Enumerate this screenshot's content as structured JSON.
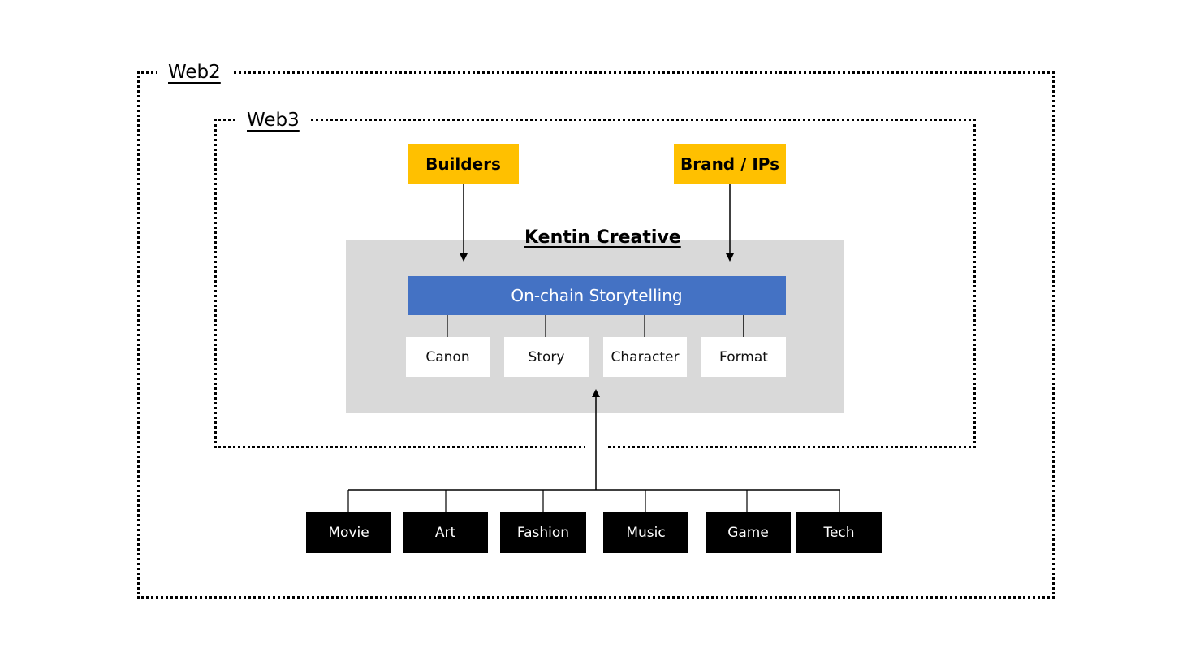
{
  "outer_frame": {
    "label": "Web2"
  },
  "inner_frame": {
    "label": "Web3"
  },
  "inputs": {
    "builders": "Builders",
    "brand": "Brand / IPs"
  },
  "core": {
    "title": "Kentin Creative",
    "bar": "On-chain Storytelling",
    "components": [
      "Canon",
      "Story",
      "Character",
      "Format"
    ]
  },
  "sources": [
    "Movie",
    "Art",
    "Fashion",
    "Music",
    "Game",
    "Tech"
  ],
  "colors": {
    "input_box": "#FFC000",
    "bar": "#4472C4",
    "panel": "#D9D9D9",
    "source_box": "#000000"
  }
}
